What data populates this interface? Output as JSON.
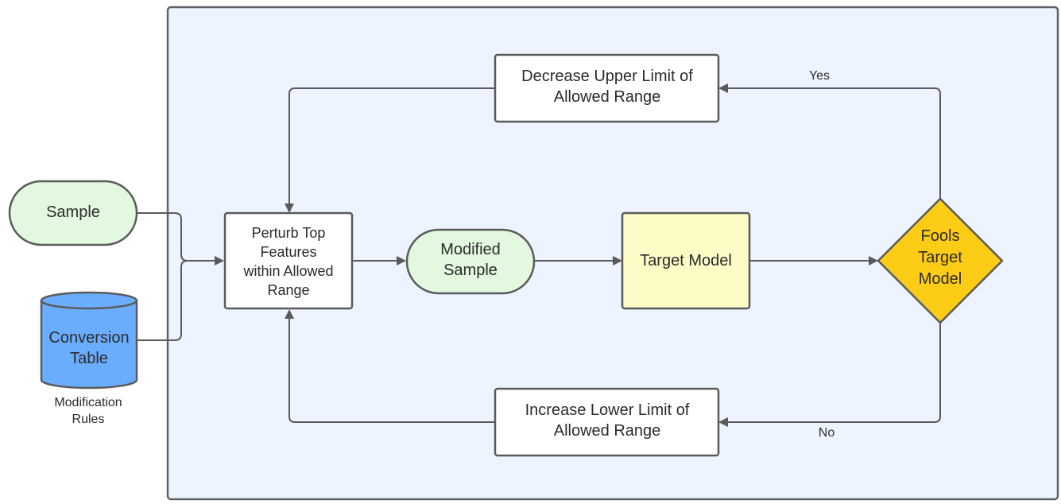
{
  "diagram": {
    "nodes": {
      "sample": {
        "label": "Sample",
        "fill": "#e2f8df"
      },
      "conversion_table": {
        "lines": [
          "Conversion",
          "Table"
        ],
        "fill": "#6aadff"
      },
      "modification_rules": {
        "lines": [
          "Modification",
          "Rules"
        ]
      },
      "perturb": {
        "lines": [
          "Perturb Top",
          "Features",
          "within Allowed",
          "Range"
        ],
        "fill": "#ffffff"
      },
      "modified_sample": {
        "lines": [
          "Modified",
          "Sample"
        ],
        "fill": "#e2f8df"
      },
      "target_model": {
        "label": "Target Model",
        "fill": "#fdfbc6"
      },
      "fools_target_model": {
        "lines": [
          "Fools",
          "Target",
          "Model"
        ],
        "fill": "#fdcc17"
      },
      "decrease_upper": {
        "lines": [
          "Decrease Upper Limit of",
          "Allowed Range"
        ],
        "fill": "#ffffff"
      },
      "increase_lower": {
        "lines": [
          "Increase Lower Limit of",
          "Allowed Range"
        ],
        "fill": "#ffffff"
      }
    },
    "edge_labels": {
      "yes": "Yes",
      "no": "No"
    },
    "colors": {
      "container_fill": "#edf4ff",
      "container_stroke": "#5f6368",
      "stroke": "#5a5a5a",
      "text": "#2b2b2b"
    }
  }
}
